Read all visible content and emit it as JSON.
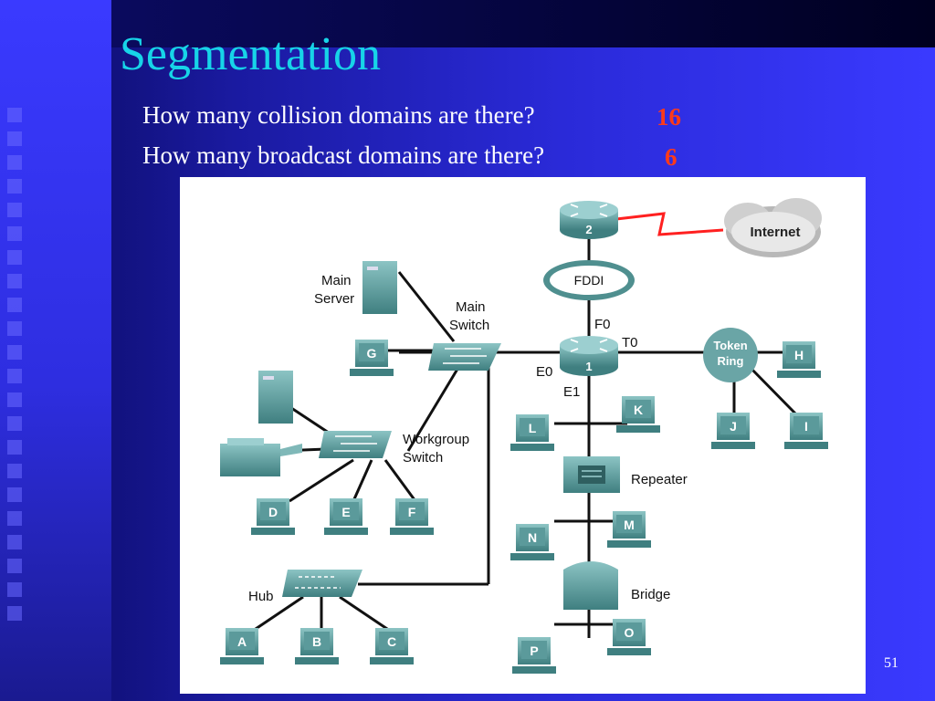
{
  "slide": {
    "title": "Segmentation",
    "question_collision": "How many collision domains are there?",
    "answer_collision": "16",
    "question_broadcast": "How many broadcast domains are there?",
    "answer_broadcast": "6",
    "page_number": "51"
  },
  "diagram": {
    "labels": {
      "main_server": [
        "Main",
        "Server"
      ],
      "main_switch": [
        "Main",
        "Switch"
      ],
      "workgroup_switch": [
        "Workgroup",
        "Switch"
      ],
      "hub": "Hub",
      "repeater": "Repeater",
      "bridge": "Bridge",
      "token_ring": [
        "Token",
        "Ring"
      ],
      "internet": "Internet",
      "fddi": "FDDI",
      "router_top": "2",
      "router_main": "1",
      "port_f0": "F0",
      "port_t0": "T0",
      "port_e0": "E0",
      "port_e1": "E1"
    },
    "hosts": [
      "A",
      "B",
      "C",
      "D",
      "E",
      "F",
      "G",
      "H",
      "I",
      "J",
      "K",
      "L",
      "M",
      "N",
      "O",
      "P"
    ],
    "colors": {
      "device": "#4f8f8f",
      "device_light": "#7fb8b8",
      "wan_link": "#ff2020",
      "title": "#17d4e8",
      "answer": "#ff3a1a"
    }
  }
}
